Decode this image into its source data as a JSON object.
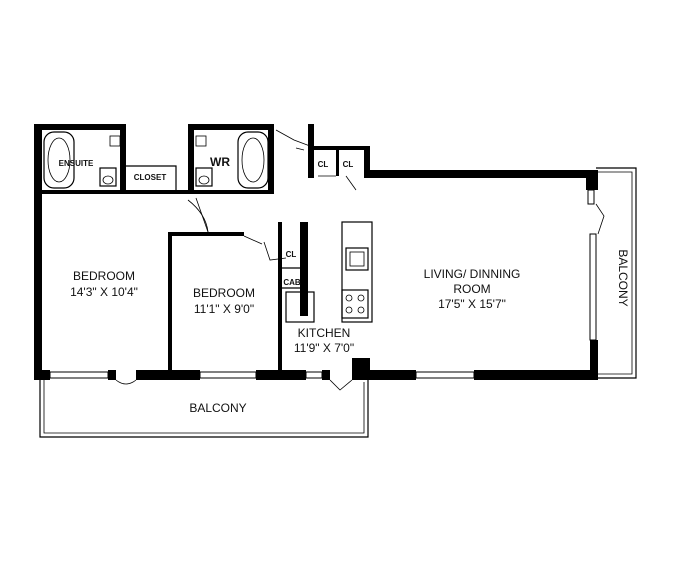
{
  "rooms": {
    "bedroom_main": {
      "name": "BEDROOM",
      "size": "14'3\" X 10'4\""
    },
    "bedroom_second": {
      "name": "BEDROOM",
      "size": "11'1\" X 9'0\""
    },
    "living": {
      "name": "LIVING/ DINNING",
      "name2": "ROOM",
      "size": "17'5\" X 15'7\""
    },
    "kitchen": {
      "name": "KITCHEN",
      "size": "11'9\" X 7'0\""
    },
    "balcony_bottom": {
      "name": "BALCONY"
    },
    "balcony_right": {
      "name": "BALCONY"
    },
    "ensuite": {
      "name": "ENSUITE"
    },
    "closet": {
      "name": "CLOSET"
    },
    "wr": {
      "name": "WR"
    },
    "cl_1": {
      "name": "CL"
    },
    "cl_2": {
      "name": "CL"
    },
    "cl_3": {
      "name": "CL"
    },
    "cab": {
      "name": "CAB"
    }
  }
}
